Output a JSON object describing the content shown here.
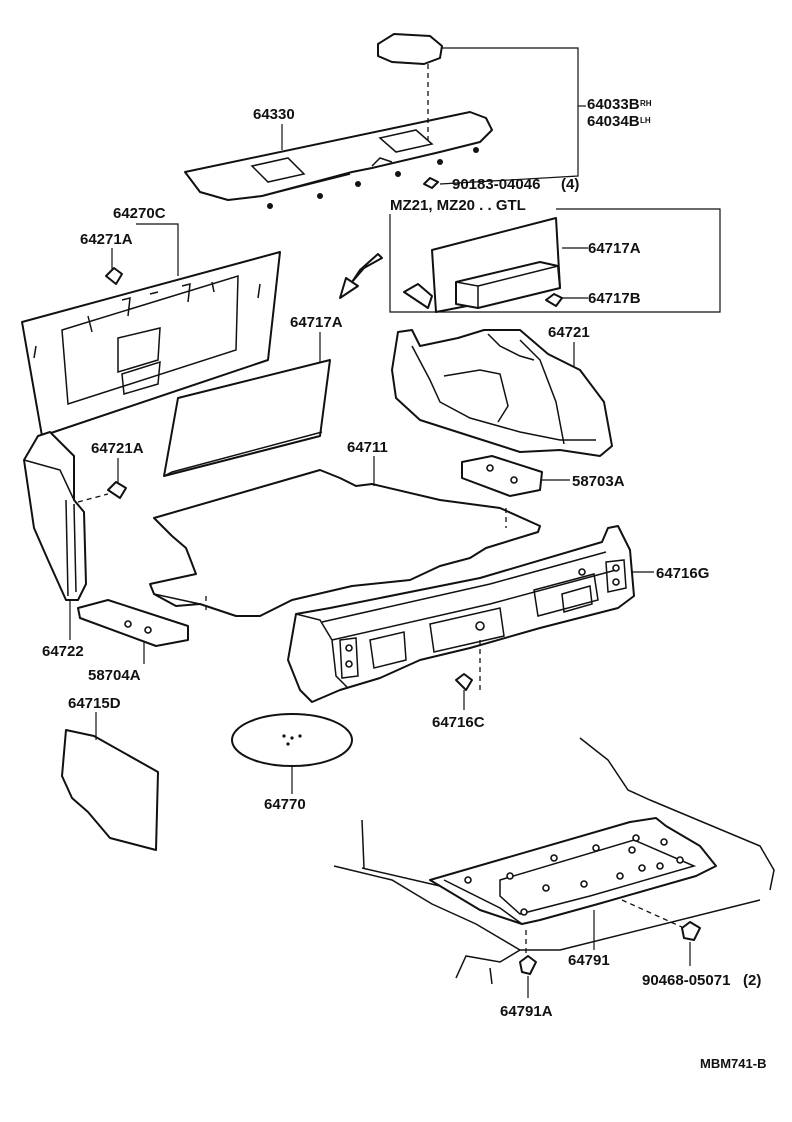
{
  "labels": {
    "p64330": "64330",
    "p64033B": "64033B",
    "p64033B_side": "RH",
    "p64034B": "64034B",
    "p64034B_side": "LH",
    "p90183": "90183-04046",
    "p90183_qty": "(4)",
    "variant_note": "MZ21, MZ20 . . GTL",
    "p64270C": "64270C",
    "p64271A": "64271A",
    "p64717A_upper": "64717A",
    "p64717B": "64717B",
    "p64717A_lower": "64717A",
    "p64721": "64721",
    "p64721A": "64721A",
    "p64711": "64711",
    "p58703A": "58703A",
    "p64716G": "64716G",
    "p64722": "64722",
    "p58704A": "58704A",
    "p64715D": "64715D",
    "p64716C": "64716C",
    "p64770": "64770",
    "p64791": "64791",
    "p90468": "90468-05071",
    "p90468_qty": "(2)",
    "p64791A": "64791A"
  },
  "reference_code": "MBM741-B",
  "colors": {
    "ink": "#111111",
    "paper": "#ffffff"
  }
}
